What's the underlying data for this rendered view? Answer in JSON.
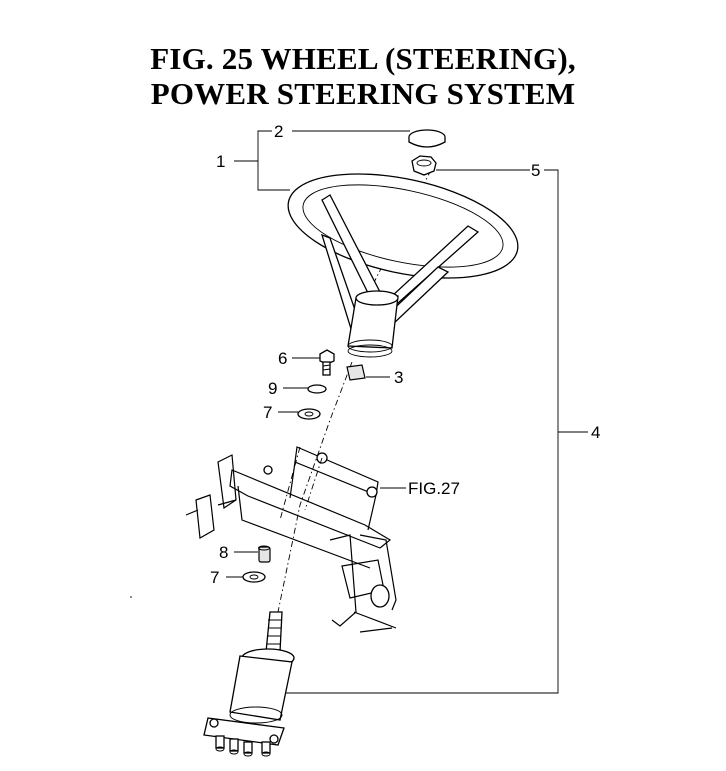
{
  "figure": {
    "title_line1": "FIG. 25  WHEEL (STEERING),",
    "title_line2": "POWER STEERING SYSTEM"
  },
  "callouts": {
    "c1": "1",
    "c2": "2",
    "c3": "3",
    "c4": "4",
    "c5": "5",
    "c6": "6",
    "c7a": "7",
    "c7b": "7",
    "c8": "8",
    "c9": "9",
    "fig27": "FIG.27"
  }
}
